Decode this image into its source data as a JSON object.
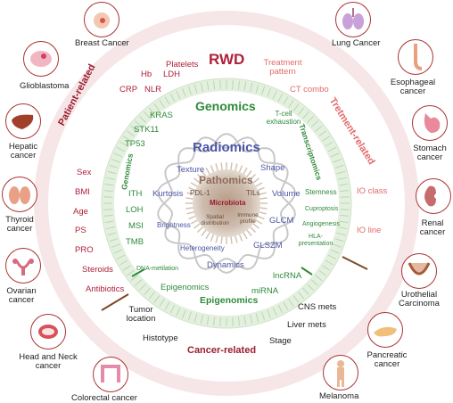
{
  "colors": {
    "rwd": "#b0203a",
    "rwd_ring": "#f3dfe0",
    "genomics": "#2f8a3a",
    "genomics_ring": "#e1efdc",
    "radiomics": "#4a56a5",
    "radiomics_text": "#4a56a5",
    "pathomics": "#8e6b55",
    "pathomics_disc": "#c6b2a2",
    "pink_text": "#e36a6a",
    "dark_red": "#9b1d2e",
    "brown_divider": "#7a4a25"
  },
  "titles": {
    "rwd": "RWD",
    "genomics": "Genomics",
    "radiomics": "Radiomics",
    "pathomics": "Pathomics",
    "microbiota": "Microbiota",
    "epigenomics": "Epigenomics",
    "patient_related": "Patient-related",
    "treatment_related": "Tretment-related",
    "cancer_related": "Cancer-related",
    "transcriptomics": "Transcriptomics",
    "genomics_side": "Genomics"
  },
  "rwd_items": {
    "top": [
      "Platelets",
      "Hb",
      "LDH",
      "CRP",
      "NLR"
    ],
    "treatment": [
      "Treatment pattern",
      "CT combo",
      "IO class",
      "IO line"
    ],
    "patient": [
      "Sex",
      "BMI",
      "Age",
      "PS",
      "PRO",
      "Steroids",
      "Antibiotics"
    ],
    "cancer": [
      "Tumor location",
      "Histotype",
      "CNS mets",
      "Liver mets",
      "Stage"
    ]
  },
  "genomics_items": [
    "KRAS",
    "STK11",
    "TP53",
    "ITH",
    "LOH",
    "MSI",
    "TMB",
    "DNA-metilation"
  ],
  "transcriptomics_items": [
    "T-cell exhaustion",
    "Stemness",
    "Cuproptosis",
    "Angiogenesis",
    "HLA-presentation"
  ],
  "epigenomics_items": [
    "Epigenomics",
    "miRNA",
    "lncRNA"
  ],
  "radiomics_items": [
    "Texture",
    "Shape",
    "Kurtosis",
    "Volume",
    "Brightness",
    "GLCM",
    "Heterogeneity",
    "GLSZM",
    "Dynamics"
  ],
  "pathomics_items": [
    "PDL-1",
    "TILs",
    "Spatial distribution",
    "Immune profile"
  ],
  "cancers": [
    "Breast Cancer",
    "Lung Cancer",
    "Glioblastoma",
    "Esophageal cancer",
    "Hepatic cancer",
    "Stomach cancer",
    "Thyroid cancer",
    "Renal cancer",
    "Ovarian cancer",
    "Urothelial Carcinoma",
    "Head and Neck cancer",
    "Pancreatic cancer",
    "Colorectal cancer",
    "Melanoma"
  ]
}
